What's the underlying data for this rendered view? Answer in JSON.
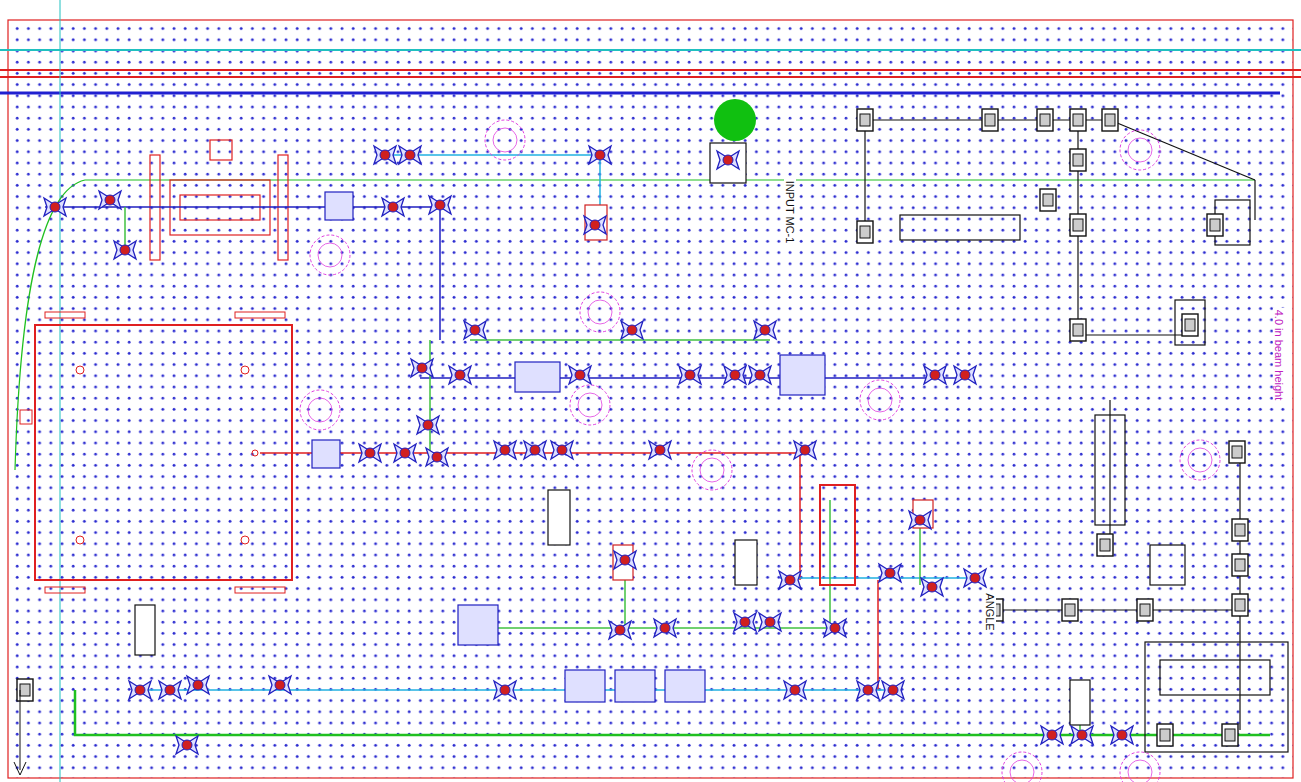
{
  "diagram": {
    "labels": [
      "INPUT MC-1",
      "4.0 in beam height",
      "ANGLE"
    ]
  }
}
